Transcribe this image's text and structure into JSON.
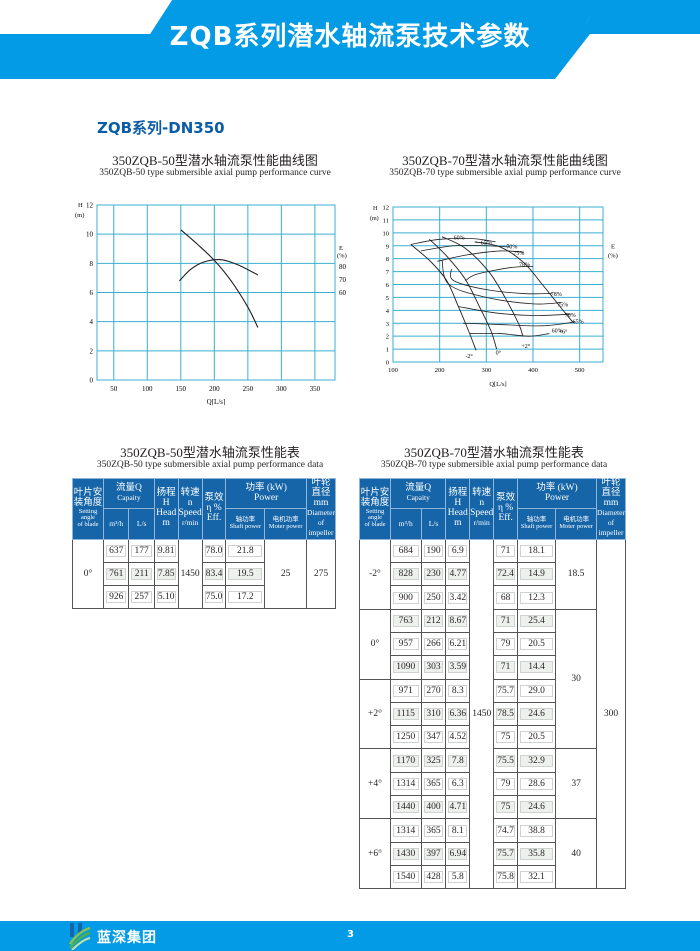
{
  "header": {
    "title": "ZQB系列潜水轴流泵技术参数"
  },
  "section": {
    "title": "ZQB系列-DN350"
  },
  "colors": {
    "brand_blue": "#039be5",
    "table_header": "#1565a8",
    "section_title": "#0a5ba8",
    "grid": "#3aaed0"
  },
  "chart_data": [
    {
      "type": "line",
      "title": "350ZQB-50型潜水轴流泵性能曲线图",
      "subtitle": "350ZQB-50 type submersible axial pump performance curve",
      "xlabel": "Q[L/s]",
      "ylabel": "H (m)",
      "y2label": "E (%)",
      "xlim": [
        25,
        380
      ],
      "ylim": [
        0,
        12
      ],
      "xticks": [
        50,
        100,
        150,
        200,
        250,
        300,
        350
      ],
      "yticks": [
        0,
        2,
        4,
        6,
        8,
        10,
        12
      ],
      "y2ticks": [
        {
          "label": "80",
          "h": 7.8
        },
        {
          "label": "70",
          "h": 6.9
        },
        {
          "label": "60",
          "h": 6.0
        }
      ],
      "grid": true,
      "series": [
        {
          "name": "H-Q",
          "x": [
            150,
            175,
            200,
            225,
            250,
            265
          ],
          "y": [
            10.3,
            9.3,
            8.2,
            6.8,
            5.0,
            3.6
          ]
        },
        {
          "name": "E-Q",
          "x": [
            148,
            165,
            185,
            210,
            235,
            265
          ],
          "y": [
            6.8,
            7.6,
            8.1,
            8.25,
            7.9,
            7.2
          ]
        }
      ]
    },
    {
      "type": "line",
      "title": "350ZQB-70型潜水轴流泵性能曲线图",
      "subtitle": "350ZQB-70 type submersible axial pump performance curve",
      "xlabel": "Q[L/s]",
      "ylabel": "H (m)",
      "y2label": "E (%)",
      "xlim": [
        100,
        550
      ],
      "ylim": [
        0,
        12
      ],
      "xticks": [
        100,
        200,
        300,
        400,
        500
      ],
      "yticks": [
        0,
        1,
        2,
        3,
        4,
        5,
        6,
        7,
        8,
        9,
        10,
        11,
        12
      ],
      "grid": true,
      "blade_angle_curves": [
        {
          "name": "-2°",
          "x": [
            138,
            180,
            215,
            240,
            262,
            278
          ],
          "y": [
            9.1,
            7.8,
            6.3,
            4.3,
            2.4,
            0.9
          ]
        },
        {
          "name": "0°",
          "x": [
            178,
            215,
            255,
            285,
            310,
            322
          ],
          "y": [
            9.5,
            8.2,
            6.4,
            4.3,
            2.4,
            1.0
          ]
        },
        {
          "name": "+2°",
          "x": [
            205,
            255,
            305,
            340,
            370,
            378
          ],
          "y": [
            9.7,
            8.8,
            7.0,
            5.0,
            2.9,
            2.0
          ]
        },
        {
          "name": "+6°",
          "x": [
            275,
            330,
            380,
            420,
            460,
            485
          ],
          "y": [
            9.3,
            8.9,
            7.7,
            6.0,
            4.2,
            3.1
          ]
        }
      ],
      "efficiency_labels": [
        "60%",
        "65%",
        "70%",
        "75%",
        "78%",
        "78%",
        "75%",
        "70%",
        "65%",
        "60%"
      ]
    }
  ],
  "table50": {
    "title_cn": "350ZQB-50型潜水轴流泵性能表",
    "title_en": "350ZQB-50 type submersible axial pump performance data",
    "headers": {
      "angle_cn": "叶片安装角度",
      "angle_en": "Setting angle of blade",
      "flow_cn": "流量Q",
      "flow_en": "Capaity",
      "flow_m3h": "m³/h",
      "flow_ls": "L/s",
      "head_cn": "扬程H",
      "head_en": "Head",
      "head_unit": "m",
      "speed_cn": "转速n",
      "speed_en": "Speed",
      "speed_unit": "r/min",
      "eff_cn": "泵效",
      "eff_sym": "η %",
      "eff_en": "Eff.",
      "power_cn": "功率 (kW)",
      "power_en": "Power",
      "shaft_cn": "轴功率",
      "shaft_en": "Shaft power",
      "motor_cn": "电机功率",
      "motor_en": "Moter power",
      "dia_cn": "叶轮直径",
      "dia_unit": "mm",
      "dia_en": "Diameter of impeller"
    },
    "groups": [
      {
        "angle": "0°",
        "motor": "25",
        "rows": [
          {
            "m3h": "637",
            "ls": "177",
            "head": "9.81",
            "eff": "78.0",
            "shaft": "21.8"
          },
          {
            "m3h": "761",
            "ls": "211",
            "head": "7.85",
            "eff": "83.4",
            "shaft": "19.5"
          },
          {
            "m3h": "926",
            "ls": "257",
            "head": "5.10",
            "eff": "75.0",
            "shaft": "17.2"
          }
        ]
      }
    ],
    "speed": "1450",
    "diameter": "275"
  },
  "table70": {
    "title_cn": "350ZQB-70型潜水轴流泵性能表",
    "title_en": "350ZQB-70 type submersible axial pump performance data",
    "groups": [
      {
        "angle": "-2°",
        "rows": [
          {
            "m3h": "684",
            "ls": "190",
            "head": "6.9",
            "eff": "71",
            "shaft": "18.1"
          },
          {
            "m3h": "828",
            "ls": "230",
            "head": "4.77",
            "eff": "72.4",
            "shaft": "14.9"
          },
          {
            "m3h": "900",
            "ls": "250",
            "head": "3.42",
            "eff": "68",
            "shaft": "12.3"
          }
        ]
      },
      {
        "angle": "0°",
        "rows": [
          {
            "m3h": "763",
            "ls": "212",
            "head": "8.67",
            "eff": "71",
            "shaft": "25.4"
          },
          {
            "m3h": "957",
            "ls": "266",
            "head": "6.21",
            "eff": "79",
            "shaft": "20.5"
          },
          {
            "m3h": "1090",
            "ls": "303",
            "head": "3.59",
            "eff": "71",
            "shaft": "14.4"
          }
        ]
      },
      {
        "angle": "+2°",
        "rows": [
          {
            "m3h": "971",
            "ls": "270",
            "head": "8.3",
            "eff": "75.7",
            "shaft": "29.0"
          },
          {
            "m3h": "1115",
            "ls": "310",
            "head": "6.36",
            "eff": "78.5",
            "shaft": "24.6"
          },
          {
            "m3h": "1250",
            "ls": "347",
            "head": "4.52",
            "eff": "75",
            "shaft": "20.5"
          }
        ]
      },
      {
        "angle": "+4°",
        "rows": [
          {
            "m3h": "1170",
            "ls": "325",
            "head": "7.8",
            "eff": "75.5",
            "shaft": "32.9"
          },
          {
            "m3h": "1314",
            "ls": "365",
            "head": "6.3",
            "eff": "79",
            "shaft": "28.6"
          },
          {
            "m3h": "1440",
            "ls": "400",
            "head": "4.71",
            "eff": "75",
            "shaft": "24.6"
          }
        ]
      },
      {
        "angle": "+6°",
        "rows": [
          {
            "m3h": "1314",
            "ls": "365",
            "head": "8.1",
            "eff": "74.7",
            "shaft": "38.8"
          },
          {
            "m3h": "1430",
            "ls": "397",
            "head": "6.94",
            "eff": "75.7",
            "shaft": "35.8"
          },
          {
            "m3h": "1540",
            "ls": "428",
            "head": "5.8",
            "eff": "75.8",
            "shaft": "32.1"
          }
        ]
      }
    ],
    "motor": [
      {
        "value": "18.5",
        "span_groups": 1
      },
      {
        "value": "30",
        "span_groups": 2
      },
      {
        "value": "37",
        "span_groups": 1
      },
      {
        "value": "40",
        "span_groups": 1
      }
    ],
    "speed": "1450",
    "diameter": "300"
  },
  "footer": {
    "brand": "蓝深集团",
    "page": "3",
    "logo_icon": "wave-logo-icon"
  }
}
